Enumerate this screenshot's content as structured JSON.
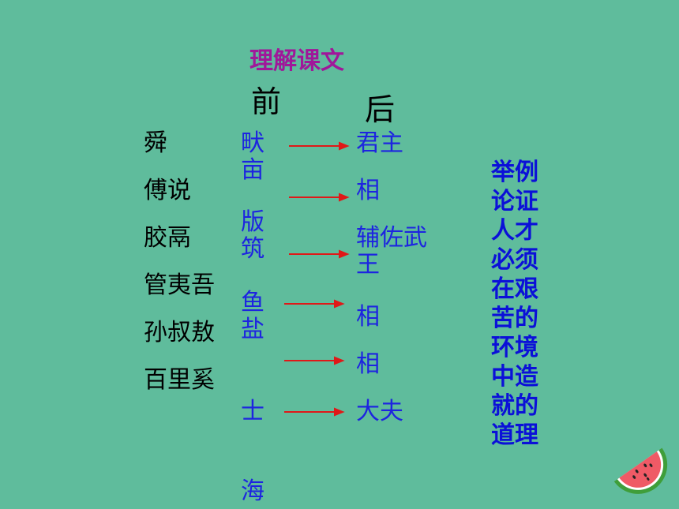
{
  "title": "理解课文",
  "headers": {
    "before": "前",
    "after": "后"
  },
  "people": [
    "舜",
    "傅说",
    "胶鬲",
    "管夷吾",
    "孙叔敖",
    "百里奚"
  ],
  "before_roles": [
    "畎亩",
    "版筑",
    "鱼盐",
    "士",
    "海"
  ],
  "after_roles": [
    "君主",
    "相",
    "辅佐武王",
    "相",
    "相",
    "大夫"
  ],
  "conclusion": "举例论证人才必须在艰苦的环境中造就的道理",
  "colors": {
    "background": "#5fbc9c",
    "title": "#a0179a",
    "role_text": "#1d24e0",
    "conclusion": "#0b10d8",
    "arrow": "#e01818"
  },
  "decor_icon": "watermelon-slice-icon"
}
